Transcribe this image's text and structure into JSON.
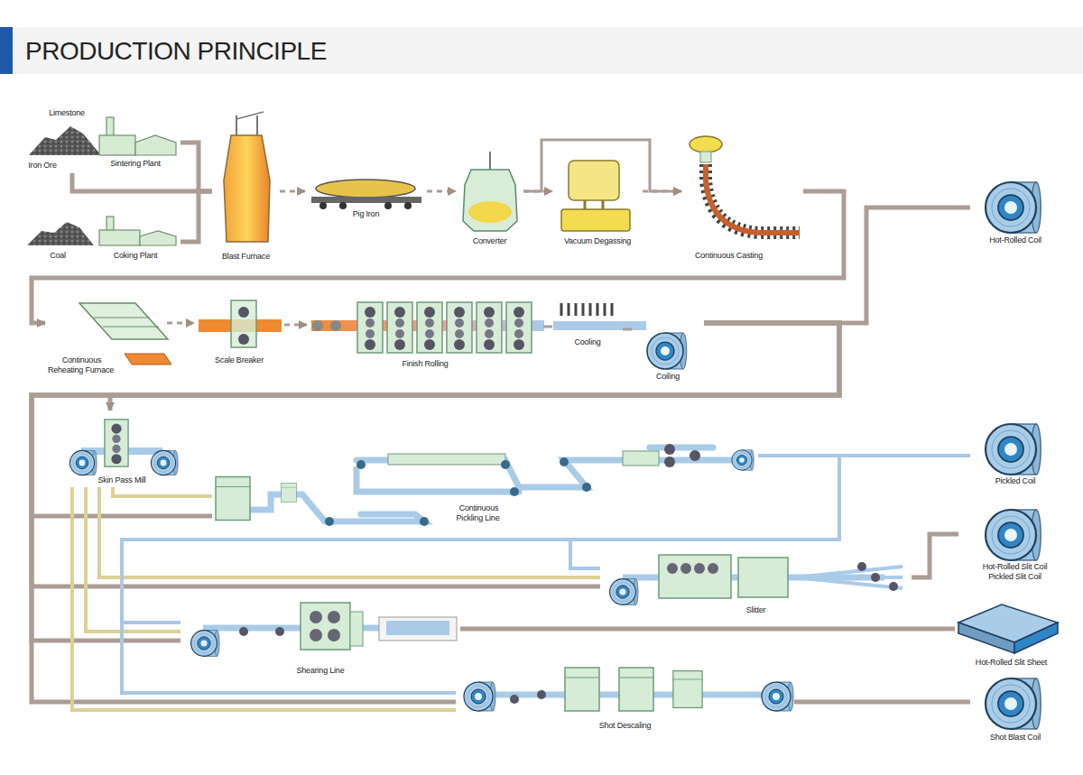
{
  "diagram": {
    "title": "PRODUCTION PRINCIPLE",
    "nodes": [
      {
        "text": [
          "Limestone"
        ]
      },
      {
        "text": [
          "Iron Ore"
        ]
      },
      {
        "text": [
          "Sintering Plant"
        ]
      },
      {
        "text": [
          "Coal"
        ]
      },
      {
        "text": [
          "Coking Plant"
        ]
      },
      {
        "text": [
          "Blast Furnace"
        ]
      },
      {
        "text": [
          "Pig Iron"
        ]
      },
      {
        "text": [
          "Converter"
        ]
      },
      {
        "text": [
          "Vacuum Degassing"
        ]
      },
      {
        "text": [
          "Continuous Casting"
        ]
      },
      {
        "text": [
          "Continuous Reheating Furnace"
        ]
      },
      {
        "text": [
          "Scale Breaker"
        ]
      },
      {
        "text": [
          "Finish Rolling"
        ]
      },
      {
        "text": [
          "Cooling"
        ]
      },
      {
        "text": [
          "Coiling"
        ]
      },
      {
        "text": [
          "Hot-Rolled Coil"
        ]
      },
      {
        "text": [
          "Skin Pass Mill"
        ]
      },
      {
        "text": [
          "Continuous Pickling Line"
        ]
      },
      {
        "text": [
          "Pickled Coil"
        ]
      },
      {
        "text": [
          "Slitter"
        ]
      },
      {
        "text": [
          "Hot-Rolled Slit Coil",
          "Pickled Slit Coil"
        ]
      },
      {
        "text": [
          "Shearing Line"
        ]
      },
      {
        "text": [
          "Hot-Rolled Slit Sheet"
        ]
      },
      {
        "text": [
          "Shot Descaling"
        ]
      },
      {
        "text": [
          "Shot Blast Coil"
        ]
      }
    ],
    "edges": [
      {
        "from": 1,
        "to": 5,
        "arrow": "none"
      },
      {
        "from": 2,
        "to": 5,
        "arrow": "none"
      },
      {
        "from": 4,
        "to": 5,
        "arrow": "none"
      },
      {
        "from": 5,
        "to": 6,
        "arrow": "to"
      },
      {
        "from": 6,
        "to": 7,
        "arrow": "to"
      },
      {
        "from": 7,
        "to": 8,
        "arrow": "to"
      },
      {
        "from": 7,
        "to": 9,
        "arrow": "to"
      },
      {
        "from": 8,
        "to": 9,
        "arrow": "to"
      },
      {
        "from": 9,
        "to": 10,
        "arrow": "to"
      },
      {
        "from": 10,
        "to": 11,
        "arrow": "to"
      },
      {
        "from": 11,
        "to": 12,
        "arrow": "to"
      },
      {
        "from": 12,
        "to": 13,
        "arrow": "none"
      },
      {
        "from": 13,
        "to": 14,
        "arrow": "none"
      },
      {
        "from": 14,
        "to": 15,
        "arrow": "none"
      },
      {
        "from": 14,
        "to": 16,
        "arrow": "to"
      },
      {
        "from": 14,
        "to": 17,
        "arrow": "none"
      },
      {
        "from": 14,
        "to": 19,
        "arrow": "none"
      },
      {
        "from": 14,
        "to": 21,
        "arrow": "none"
      },
      {
        "from": 14,
        "to": 23,
        "arrow": "none"
      },
      {
        "from": 16,
        "to": 17,
        "arrow": "none"
      },
      {
        "from": 16,
        "to": 19,
        "arrow": "none"
      },
      {
        "from": 16,
        "to": 21,
        "arrow": "none"
      },
      {
        "from": 16,
        "to": 23,
        "arrow": "none"
      },
      {
        "from": 17,
        "to": 18,
        "arrow": "none"
      },
      {
        "from": 17,
        "to": 19,
        "arrow": "none"
      },
      {
        "from": 17,
        "to": 21,
        "arrow": "none"
      },
      {
        "from": 17,
        "to": 23,
        "arrow": "none"
      },
      {
        "from": 19,
        "to": 20,
        "arrow": "none"
      },
      {
        "from": 21,
        "to": 22,
        "arrow": "none"
      },
      {
        "from": 23,
        "to": 24,
        "arrow": "none"
      }
    ]
  }
}
